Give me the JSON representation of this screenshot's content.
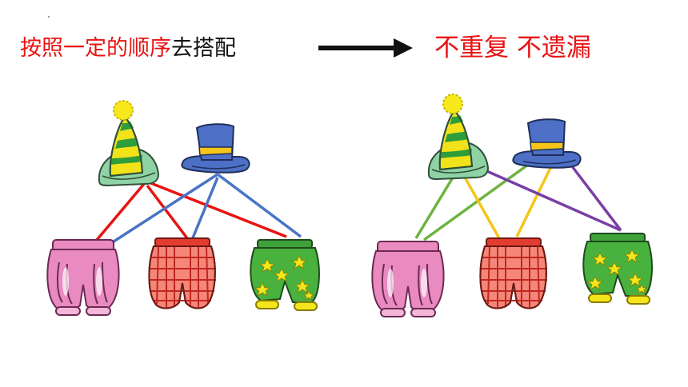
{
  "heading": {
    "red_part": "按照一定的顺序",
    "black_part": "去搭配"
  },
  "slogan": "不重复 不遗漏",
  "colors": {
    "red": "#e81414",
    "blue": "#4a74c4",
    "green": "#6db33f",
    "yellow": "#f5c518",
    "purple": "#7a3fa6"
  }
}
